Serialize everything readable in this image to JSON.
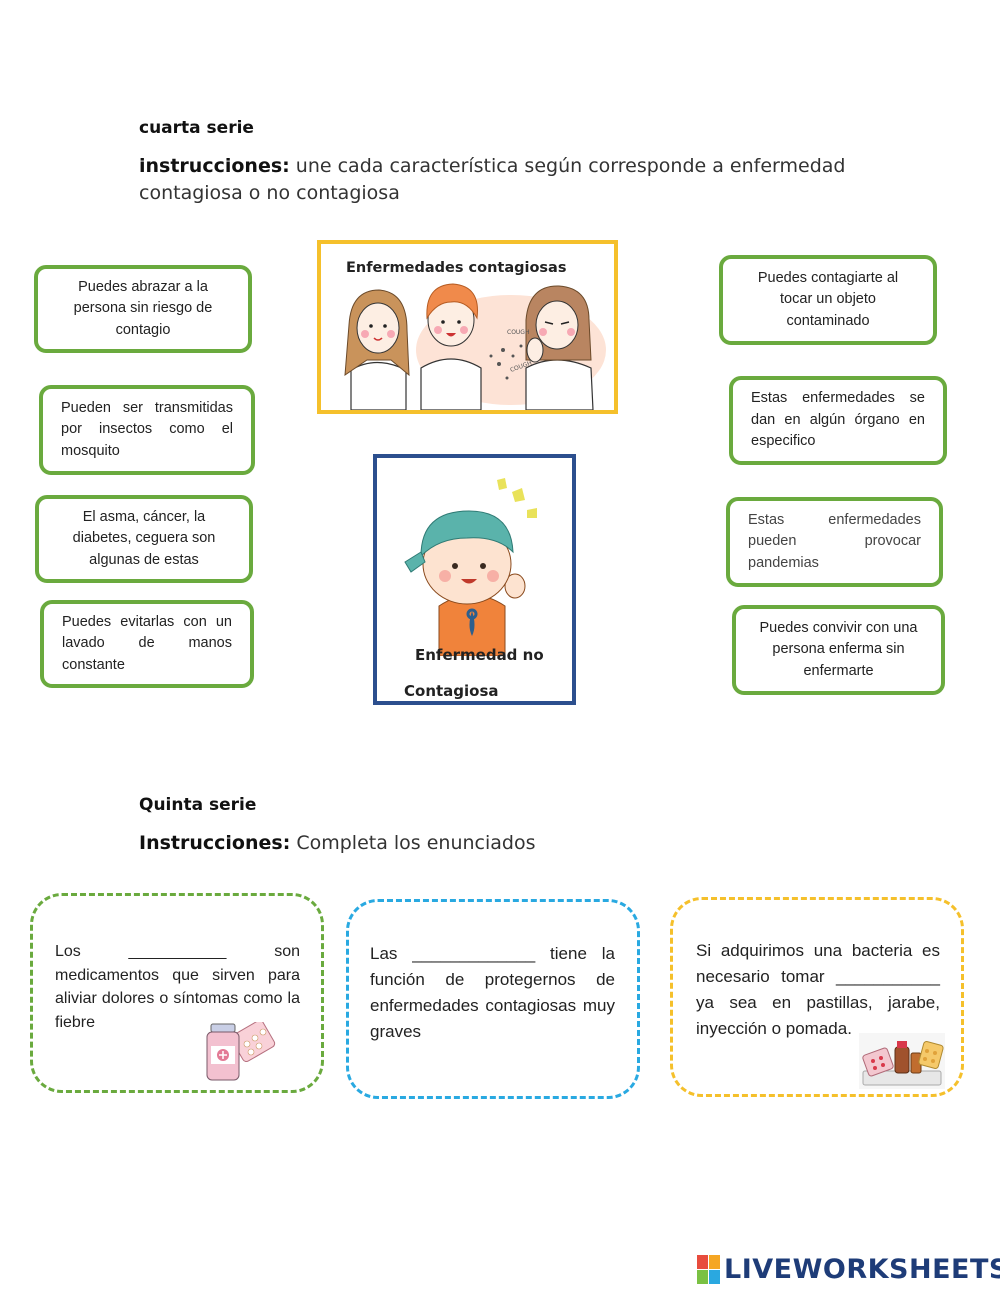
{
  "section4": {
    "title": "cuarta serie",
    "instr_label": "instrucciones:",
    "instr_line1": "une cada característica según corresponde a enfermedad",
    "instr_line2": "contagiosa o no contagiosa"
  },
  "contagious_card": {
    "title": "Enfermedades contagiosas",
    "cough1": "COUGH",
    "cough2": "COUGH"
  },
  "noncontagious_card": {
    "title_line1": "Enfermedad no",
    "title_line2": "Contagiosa"
  },
  "left_items": [
    "Puedes abrazar a la persona sin riesgo de contagio",
    "Pueden ser transmitidas por insectos como el mosquito",
    "El asma, cáncer, la diabetes, ceguera son algunas de estas",
    "Puedes evitarlas con un lavado de manos constante"
  ],
  "right_items": [
    "Puedes contagiarte al tocar un objeto contaminado",
    "Estas enfermedades se dan en algún órgano en especifico",
    "Estas enfermedades pueden provocar pandemias",
    "Puedes convivir con una persona enferma sin enfermarte"
  ],
  "section5": {
    "title": "Quinta serie",
    "instr_label": "Instrucciones:",
    "instr_text": "Completa los enunciados"
  },
  "fill_boxes": [
    {
      "text": "Los ___________ son medicamentos que sirven para aliviar dolores o síntomas como la fiebre",
      "border_color": "#6aaa3e"
    },
    {
      "text": "Las _____________ tiene la función de protegernos de enfermedades contagiosas muy graves",
      "border_color": "#29a9e1"
    },
    {
      "text": "Si adquirimos una bacteria es necesario tomar ___________ ya sea en pastillas, jarabe, inyección o pomada.",
      "border_color": "#f5c02b"
    }
  ],
  "logo": {
    "text": "LIVEWORKSHEETS",
    "colors": [
      "#e84c3d",
      "#f5a623",
      "#7ac143",
      "#2aa8e0"
    ]
  }
}
